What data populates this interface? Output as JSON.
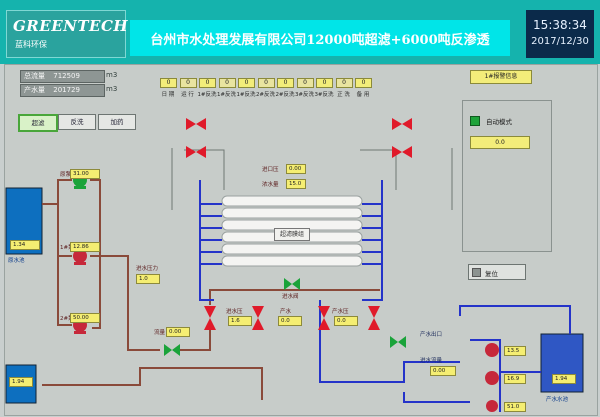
{
  "header": {
    "logo_text": "GREENTECH",
    "logo_sub": "蓝科环保",
    "title": "台州市水处理发展有限公司12000吨超滤+6000吨反渗透",
    "time": "15:38:34",
    "date": "2017/12/30"
  },
  "counters": [
    {
      "label": "总流量",
      "value": "712509",
      "unit": "m3"
    },
    {
      "label": "产水量",
      "value": "201729",
      "unit": "m3"
    }
  ],
  "status_indicators": [
    {
      "value": "0",
      "label": "日 期"
    },
    {
      "value": "0",
      "label": "运 行"
    },
    {
      "value": "0",
      "label": "1#反洗"
    },
    {
      "value": "0",
      "label": "1#反洗"
    },
    {
      "value": "0",
      "label": "1#反洗"
    },
    {
      "value": "0",
      "label": "2#反洗"
    },
    {
      "value": "0",
      "label": "2#反洗"
    },
    {
      "value": "0",
      "label": "3#反洗"
    },
    {
      "value": "0",
      "label": "3#反洗"
    },
    {
      "value": "0",
      "label": "正 洗"
    },
    {
      "value": "0",
      "label": "备 用"
    }
  ],
  "mode_buttons": [
    {
      "label": "超滤",
      "active": true
    },
    {
      "label": "反洗",
      "active": false
    },
    {
      "label": "加药",
      "active": false
    }
  ],
  "right_panel": {
    "alarm_label": "1#报警信息",
    "auto_mode_label": "自动模式",
    "status_value": "0.0",
    "reset_label": "复位"
  },
  "process": {
    "uf_label": "超滤膜组",
    "flow_label": "进口压",
    "flow_value": "0.00",
    "conc_label": "浓水量",
    "conc_value": "15.0",
    "inlet_pressure_label": "进水压力",
    "inlet_pressure_value": "1.0",
    "left_tank_label": "原水池",
    "left_tank_level": "1.34",
    "left_tank_name": "原水",
    "left_tank2_value": "1.94",
    "pump1_label": "原泵",
    "pump1_value": "31.00",
    "pump2_label": "1#泵",
    "pump2_value": "12.86",
    "pump3_label": "2#泵",
    "pump3_value": "50.00",
    "flow_in_label": "流量",
    "flow_in_value": "0.00",
    "press1_label": "进水压",
    "press1_value": "1.6",
    "press2_label": "产水",
    "press2_value": "0.0",
    "press3_label": "产水压",
    "press3_value": "0.0",
    "valve_label": "进水阀",
    "outlet_label": "产水出口",
    "pump_r1_value": "13.5",
    "pump_r2_value": "16.9",
    "pump_r3_value": "51.0",
    "right_flow_label": "进水流量",
    "right_flow_value": "0.00",
    "right_tank_label": "产水水池",
    "right_tank_level": "1.94"
  },
  "colors": {
    "header": "#15b3ad",
    "title_bg": "#00e5e8",
    "indicator": "#f3ed7a",
    "pipe_blue": "#2433c9",
    "pipe_brown": "#8a4a3a",
    "valve_red": "#e01a2a",
    "valve_green": "#1aa33a",
    "tank_blue": "#0d6fbf"
  }
}
